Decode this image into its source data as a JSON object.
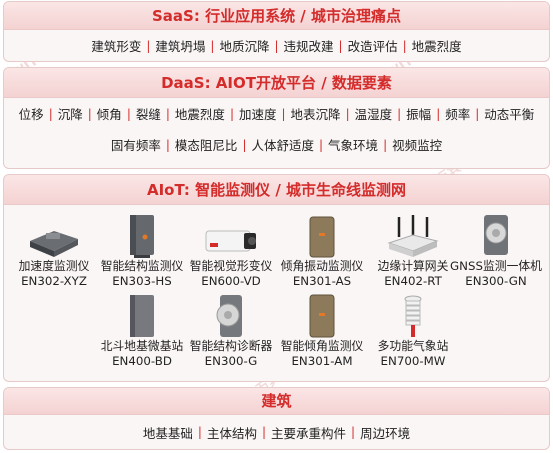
{
  "saas": {
    "title": "SaaS: 行业应用系统 / 城市治理痛点",
    "items": [
      "建筑形变",
      "建筑坍塌",
      "地质沉降",
      "违规改建",
      "改造评估",
      "地震烈度"
    ]
  },
  "daas": {
    "title": "DaaS: AIOT开放平台 / 数据要素",
    "row1": [
      "位移",
      "沉降",
      "倾角",
      "裂缝",
      "地震烈度",
      "加速度",
      "地表沉降",
      "温湿度",
      "振幅",
      "频率",
      "动态平衡"
    ],
    "row2": [
      "固有频率",
      "模态阻尼比",
      "人体舒适度",
      "气象环境",
      "视频监控"
    ]
  },
  "aiot": {
    "title": "AIoT: 智能监测仪 / 城市生命线监测网",
    "devices": [
      {
        "name": "加速度监测仪",
        "model": "EN302-XYZ",
        "icon": "accelerometer-icon"
      },
      {
        "name": "智能结构监测仪",
        "model": "EN303-HS",
        "icon": "structure-monitor-icon"
      },
      {
        "name": "智能视觉形变仪",
        "model": "EN600-VD",
        "icon": "camera-icon"
      },
      {
        "name": "倾角振动监测仪",
        "model": "EN301-AS",
        "icon": "tilt-vibration-icon"
      },
      {
        "name": "边缘计算网关",
        "model": "EN402-RT",
        "icon": "gateway-icon"
      },
      {
        "name": "GNSS监测一体机",
        "model": "EN300-GN",
        "icon": "gnss-icon"
      },
      {
        "name": "北斗地基微基站",
        "model": "EN400-BD",
        "icon": "beidou-station-icon"
      },
      {
        "name": "智能结构诊断器",
        "model": "EN300-G",
        "icon": "diagnoser-icon"
      },
      {
        "name": "智能倾角监测仪",
        "model": "EN301-AM",
        "icon": "tilt-monitor-icon"
      },
      {
        "name": "多功能气象站",
        "model": "EN700-MW",
        "icon": "weather-station-icon"
      }
    ]
  },
  "building": {
    "title": "建筑",
    "items": [
      "地基基础",
      "主体结构",
      "主要承重构件",
      "周边环境"
    ]
  },
  "watermark": "WITBEE 万宾",
  "colors": {
    "accent": "#d42b2b",
    "panel_bg": "#fbf6f6",
    "header_bg": "#f4d2d2"
  }
}
